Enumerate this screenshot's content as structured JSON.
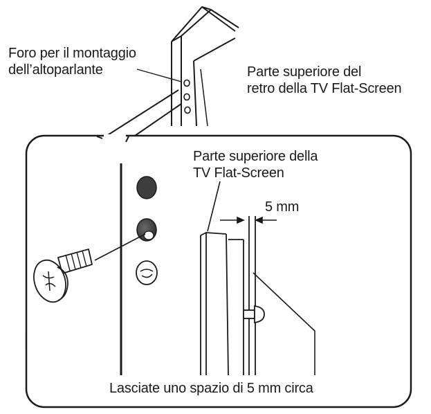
{
  "labels": {
    "hole": {
      "line1": "Foro per il montaggio",
      "line2": "dell’altoparlante"
    },
    "rear_top": {
      "line1": "Parte superiore del",
      "line2": "retro della TV Flat-Screen"
    },
    "tv_top": {
      "line1": "Parte superiore della",
      "line2": "TV Flat-Screen"
    },
    "gap": "5 mm",
    "leave_space": "Lasciate uno spazio di 5 mm circa"
  },
  "colors": {
    "line": "#1a1a1a",
    "fill_dark": "#4a4a4a",
    "background": "#ffffff"
  }
}
